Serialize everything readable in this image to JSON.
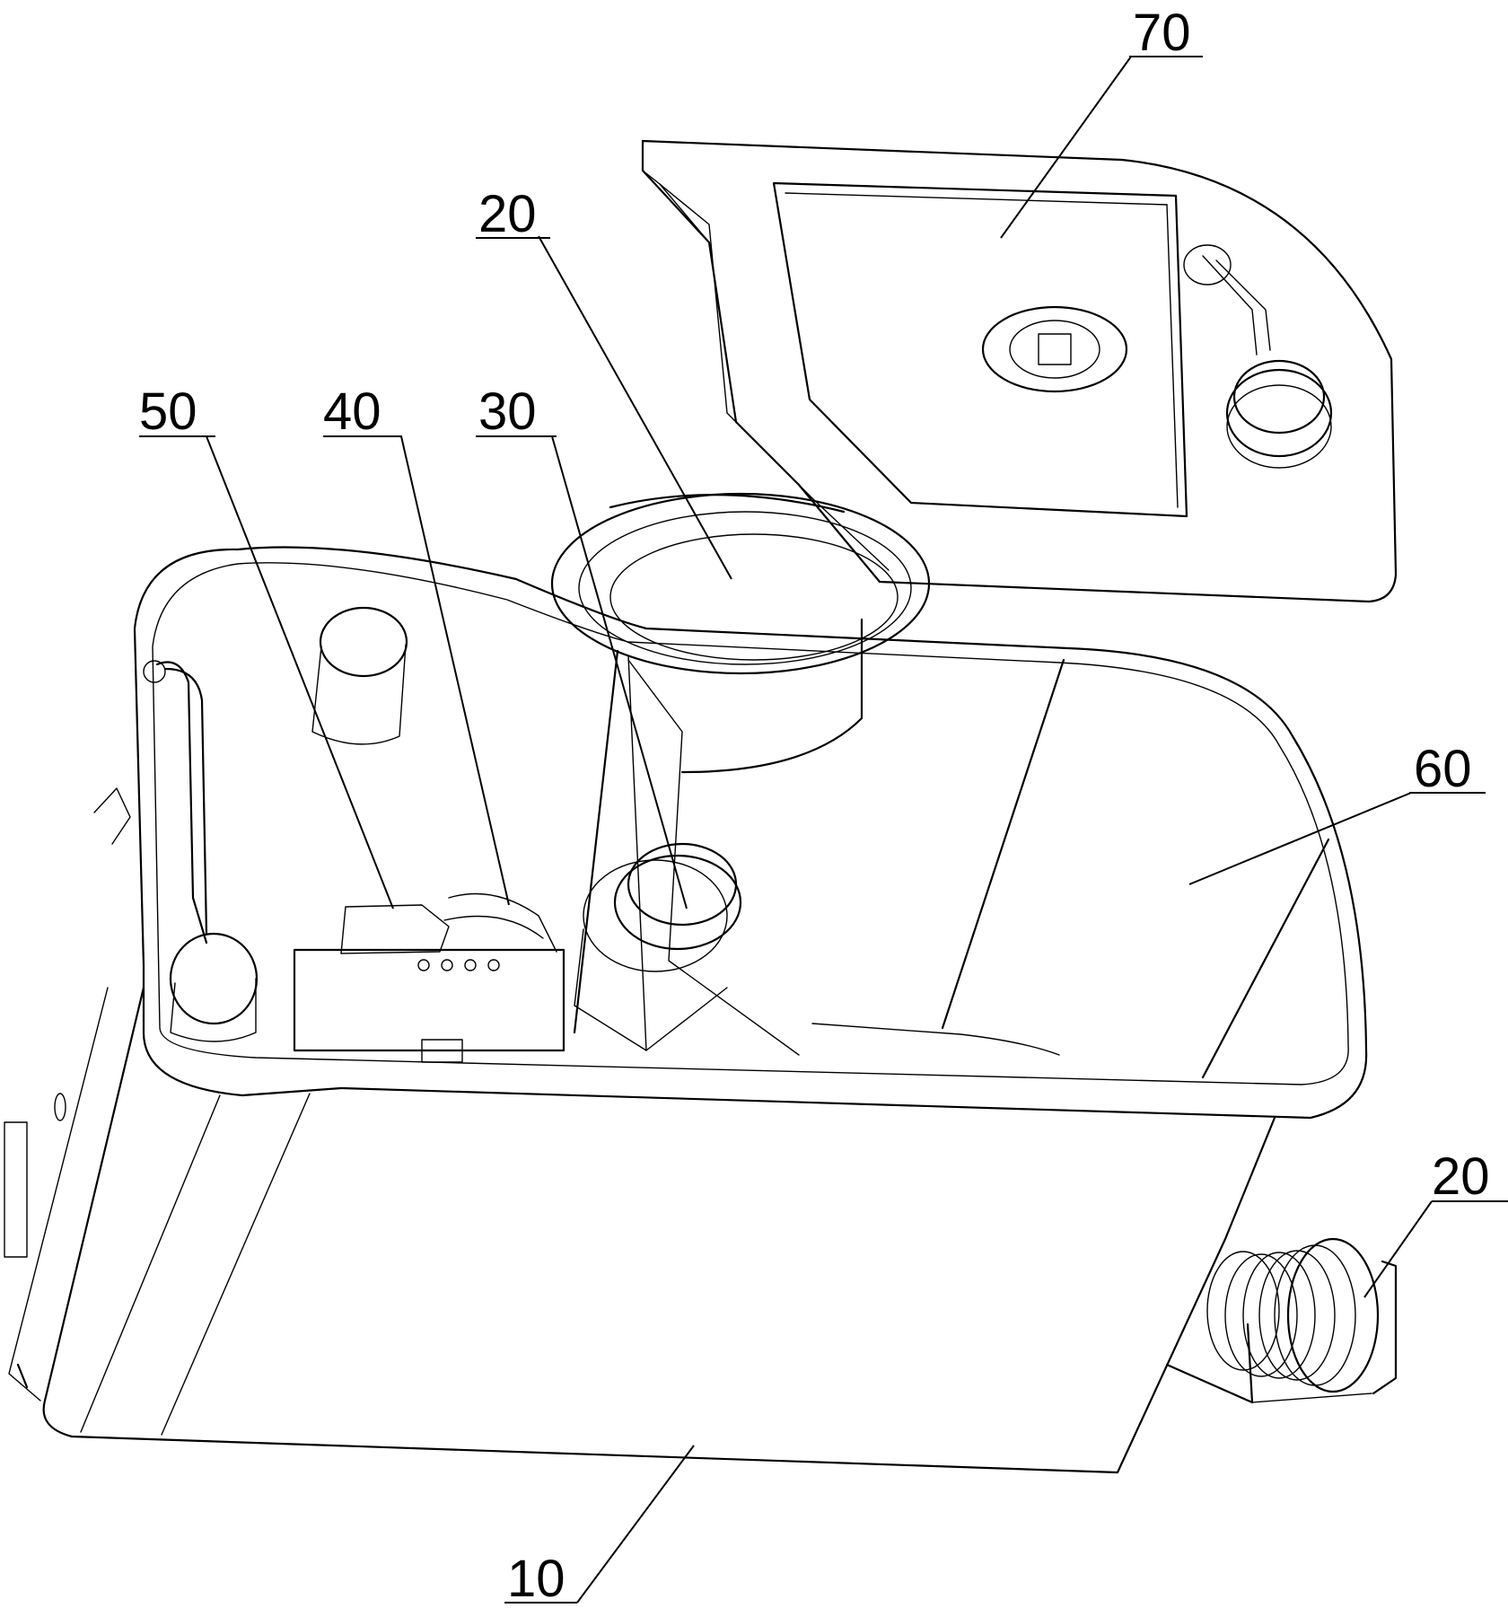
{
  "labels": {
    "l70": "70",
    "l20_top": "20",
    "l50": "50",
    "l40": "40",
    "l30": "30",
    "l60": "60",
    "l20_right": "20",
    "l10": "10"
  }
}
